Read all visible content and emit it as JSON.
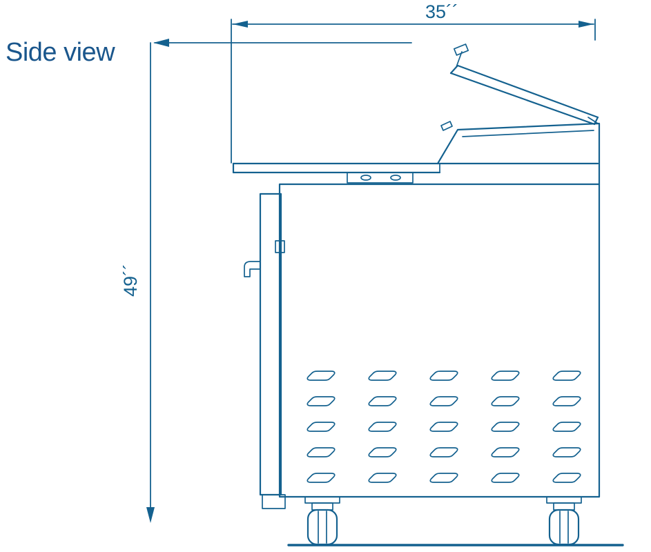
{
  "title": "Side view",
  "dimensions": {
    "width_label": "35´´",
    "height_label": "49´´"
  },
  "colors": {
    "ink": "#14618F",
    "title": "#1A568C",
    "bg": "#ffffff"
  }
}
